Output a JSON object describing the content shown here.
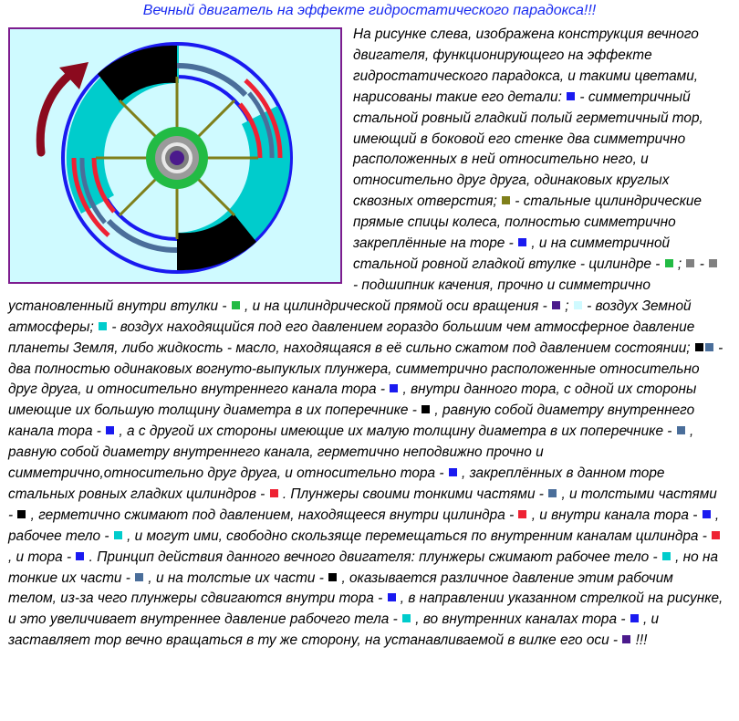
{
  "title": "Вечный двигатель на эффекте гидростатического парадокса!!!",
  "colors": {
    "title": "#1a2cf0",
    "border": "#7d1c8e",
    "background": "#cffaff",
    "tor": "#1a1af0",
    "spokes": "#7f7f1a",
    "hub": "#22bb44",
    "bearing": "#808080",
    "axis": "#4b1a8c",
    "air_atm": "#cffaff",
    "air_pressure": "#00cccc",
    "plunger_thick": "#000000",
    "plunger_thin": "#4a6e9a",
    "cylinder": "#ee2233",
    "arrow": "#8b0a1e"
  },
  "segments": [
    {
      "t": "На рисунке слева, изображена конструкция вечного двигателя, функционирующего на эффекте гидростатического парадокса, и такими цветами, нарисованы такие его детали:"
    },
    {
      "s": "tor"
    },
    {
      "t": "- симметричный стальной ровный гладкий полый герметичный тор, имеющий в боковой его стенке два симметрично расположенных в ней относительно него, и относительно друг друга, одинаковых круглых сквозных отверстия;"
    },
    {
      "s": "spokes"
    },
    {
      "t": "- стальные цилиндрические прямые спицы колеса, полностью симметрично закреплённые на торе -"
    },
    {
      "s": "tor"
    },
    {
      "t": ", и на симметричной стальной ровной гладкой втулке - цилиндре -"
    },
    {
      "s": "hub"
    },
    {
      "t": ";"
    },
    {
      "s": "bearing"
    },
    {
      "t": "-"
    },
    {
      "s": "bearing"
    },
    {
      "t": "- подшипник качения, прочно и симметрично установленный внутри втулки -"
    },
    {
      "s": "hub"
    },
    {
      "t": ", и на цилиндрической прямой оси вращения -"
    },
    {
      "s": "axis"
    },
    {
      "t": ";"
    },
    {
      "s": "air_atm"
    },
    {
      "t": "- воздух Земной атмосферы;"
    },
    {
      "s": "air_pressure"
    },
    {
      "t": "- воздух находящийся под его давлением гораздо большим чем атмосферное давление планеты Земля, либо жидкость - масло, находящаяся в её сильно сжатом под давлением состоянии;"
    },
    {
      "s": "plunger_thick"
    },
    {
      "s": "plunger_thin"
    },
    {
      "t": "- два полностью одинаковых вогнуто-выпуклых плунжера, симметрично расположенные относительно друг друга, и относительно внутреннего канала тора -"
    },
    {
      "s": "tor"
    },
    {
      "t": ", внутри данного тора, с одной их стороны имеющие их большую толщину диаметра в их поперечнике -"
    },
    {
      "s": "plunger_thick"
    },
    {
      "t": ", равную собой диаметру внутреннего канала тора -"
    },
    {
      "s": "tor"
    },
    {
      "t": ", а с другой их стороны имеющие их малую толщину диаметра в их поперечнике -"
    },
    {
      "s": "plunger_thin"
    },
    {
      "t": ", равную собой диаметру внутреннего канала, герметично неподвижно прочно и симметрично,относительно друг друга, и относительно тора -"
    },
    {
      "s": "tor"
    },
    {
      "t": ", закреплённых в данном торе стальных ровных гладких цилиндров -"
    },
    {
      "s": "cylinder"
    },
    {
      "t": ". Плунжеры своими тонкими частями -"
    },
    {
      "s": "plunger_thin"
    },
    {
      "t": ", и толстыми частями -"
    },
    {
      "s": "plunger_thick"
    },
    {
      "t": ", герметично сжимают под давлением, находящееся внутри цилиндра -"
    },
    {
      "s": "cylinder"
    },
    {
      "t": ", и внутри канала тора -"
    },
    {
      "s": "tor"
    },
    {
      "t": ", рабочее тело -"
    },
    {
      "s": "air_pressure"
    },
    {
      "t": ", и могут ими, свободно скользяще перемещаться по внутренним каналам цилиндра -"
    },
    {
      "s": "cylinder"
    },
    {
      "t": ", и тора -"
    },
    {
      "s": "tor"
    },
    {
      "t": ". Принцип действия данного вечного двигателя: плунжеры сжимают рабочее тело -"
    },
    {
      "s": "air_pressure"
    },
    {
      "t": ", но на тонкие их части -"
    },
    {
      "s": "plunger_thin"
    },
    {
      "t": ", и на толстые их части -"
    },
    {
      "s": "plunger_thick"
    },
    {
      "t": ", оказывается различное давление этим рабочим телом, из-за чего плунжеры сдвигаются внутри тора -"
    },
    {
      "s": "tor"
    },
    {
      "t": ", в направлении указанном стрелкой на рисунке, и это увеличивает внутреннее давление рабочего тела -"
    },
    {
      "s": "air_pressure"
    },
    {
      "t": ", во внутренних каналах тора -"
    },
    {
      "s": "tor"
    },
    {
      "t": ", и заставляет тор вечно вращаться в ту же сторону, на устанавливаемой в вилке его оси -"
    },
    {
      "s": "axis"
    },
    {
      "t": "!!!"
    }
  ]
}
